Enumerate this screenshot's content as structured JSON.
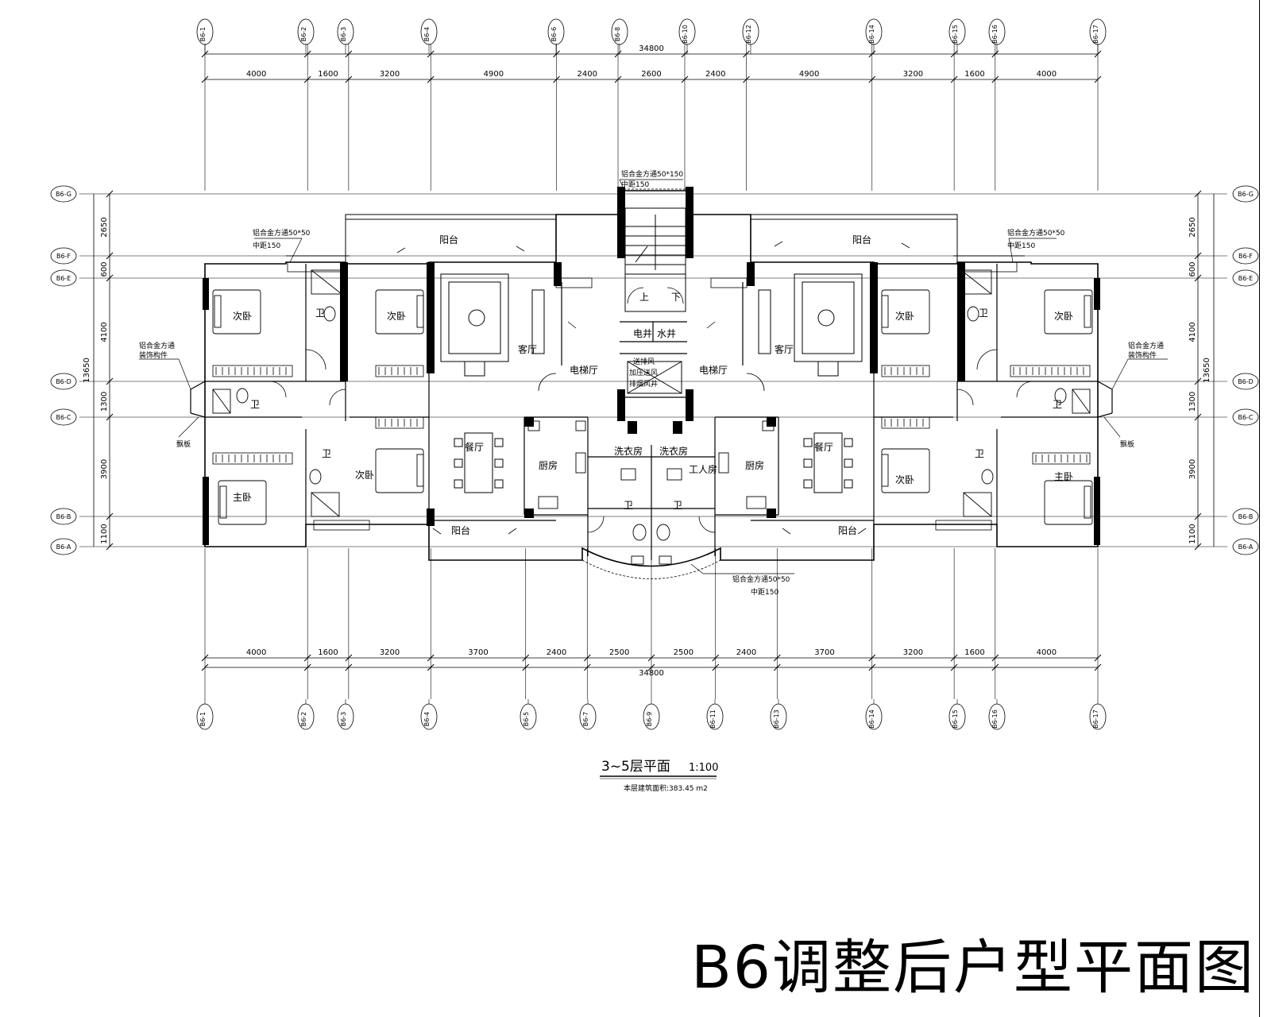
{
  "sheet_title": "B6调整后户型平面图",
  "drawing": {
    "caption": "3~5层平面",
    "scale": "1:100",
    "area_text": "本层建筑面积:383.45 m2"
  },
  "dimensions": {
    "overall_top": "34800",
    "overall_bottom": "34800",
    "top_segments": [
      "4000",
      "1600",
      "3200",
      "4900",
      "2400",
      "2600",
      "2400",
      "4900",
      "3200",
      "1600",
      "4000"
    ],
    "bottom_segments": [
      "4000",
      "1600",
      "3200",
      "3700",
      "2400",
      "2500",
      "2500",
      "2400",
      "3700",
      "3200",
      "1600",
      "4000"
    ],
    "left_total": "13650",
    "right_total": "13650",
    "side_segments": [
      "2650",
      "600",
      "4100",
      "1300",
      "3900",
      "1100"
    ]
  },
  "axes": {
    "top": [
      "B6-1",
      "B6-2",
      "B6-3",
      "B6-4",
      "B6-6",
      "B6-8",
      "B6-10",
      "B6-12",
      "B6-14",
      "B6-15",
      "B6-16",
      "B6-17"
    ],
    "bottom": [
      "B6-1",
      "B6-2",
      "B6-3",
      "B6-4",
      "B6-5",
      "B6-7",
      "B6-9",
      "B6-11",
      "B6-13",
      "B6-14",
      "B6-15",
      "B6-16",
      "B6-17"
    ],
    "side": [
      "B6-G",
      "B6-F",
      "B6-E",
      "B6-D",
      "B6-C",
      "B6-B",
      "B6-A"
    ]
  },
  "rooms": {
    "balcony": "阳台",
    "second_bedroom": "次卧",
    "master_bedroom": "主卧",
    "bathroom": "卫",
    "living_room": "客厅",
    "dining_room": "餐厅",
    "kitchen": "厨房",
    "elevator_hall": "电梯厅",
    "laundry": "洗衣房",
    "worker_room": "工人房",
    "up": "上",
    "down": "下",
    "elec_shaft": "电井",
    "water_shaft": "水井",
    "shaft_note_1": "送排风",
    "shaft_note_2": "加压送风",
    "shaft_note_3": "排烟风井",
    "bay_window": "飘板"
  },
  "notes": {
    "railing_top_1": "铝合金方通50*50",
    "railing_top_2": "中距150",
    "railing_side_1": "铝合金方通",
    "railing_side_2": "装饰构件",
    "railing_center_1": "铝合金方通50*150",
    "railing_center_2": "中距150",
    "railing_bottom_1": "铝合金方通50*50",
    "railing_bottom_2": "中距150"
  }
}
